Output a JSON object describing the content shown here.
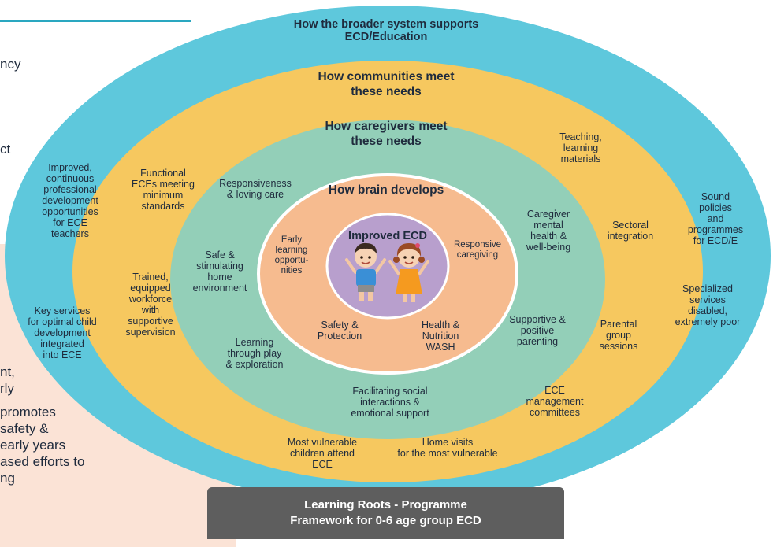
{
  "left_side": {
    "partial_text_1": "ncy",
    "partial_text_2": "ct",
    "partial_text_3": "nt,",
    "partial_text_4": "rly",
    "partial_text_5": "promotes",
    "partial_text_6": "safety &",
    "partial_text_7": "early years",
    "partial_text_8": "ased efforts to",
    "partial_text_9": "ng"
  },
  "rings": {
    "outer_title": "How the broader system supports\nECD/Education",
    "community_title": "How communities meet\nthese needs",
    "caregiver_title": "How caregivers meet\nthese needs",
    "brain_title": "How brain develops",
    "center_title": "Improved ECD"
  },
  "outer_left": [
    "Improved,\ncontinuous\nprofessional\ndevelopment\nopportunities\nfor ECE\nteachers",
    "Key services\nfor optimal child\ndevelopment\nintegrated\ninto ECE"
  ],
  "outer_right": [
    "Sound\npolicies\nand\nprogrammes\nfor ECD/E",
    "Specialized\nservices\ndisabled,\nextremely poor"
  ],
  "community_items": {
    "functional_eces": "Functional\nECEs meeting\nminimum\nstandards",
    "trained_workforce": "Trained,\nequipped\nworkforce\nwith\nsupportive\nsupervision",
    "teaching_materials": "Teaching,\nlearning\nmaterials",
    "sectoral_integration": "Sectoral\nintegration",
    "parental_sessions": "Parental\ngroup\nsessions",
    "ece_committees": "ECE\nmanagement\ncommittees",
    "home_visits": "Home visits\nfor the most vulnerable",
    "vulnerable_attend": "Most vulnerable\nchildren attend\nECE"
  },
  "caregiver_items": {
    "responsiveness": "Responsiveness\n& loving care",
    "safe_home": "Safe &\nstimulating\nhome\nenvironment",
    "learning_play": "Learning\nthrough play\n& exploration",
    "social_interactions": "Facilitating social\ninteractions &\nemotional support",
    "supportive_parenting": "Supportive &\npositive\nparenting",
    "caregiver_health": "Caregiver\nmental\nhealth &\nwell-being"
  },
  "brain_items": {
    "early_learning": "Early\nlearning\nopportu-\nnities",
    "responsive_caregiving": "Responsive\ncaregiving",
    "safety_protection": "Safety &\nProtection",
    "health_nutrition": "Health &\nNutrition\nWASH"
  },
  "footer": {
    "line1": "Learning Roots - Programme",
    "line2": "Framework  for 0-6 age group ECD"
  },
  "colors": {
    "outer_ring": "#5ec8dc",
    "community_ring": "#f6c85f",
    "caregiver_ring": "#93cfb8",
    "brain_ring": "#f6bb8f",
    "center": "#b89fcd",
    "footer": "#5e5e5e",
    "left_panel": "#fbe3d6"
  }
}
